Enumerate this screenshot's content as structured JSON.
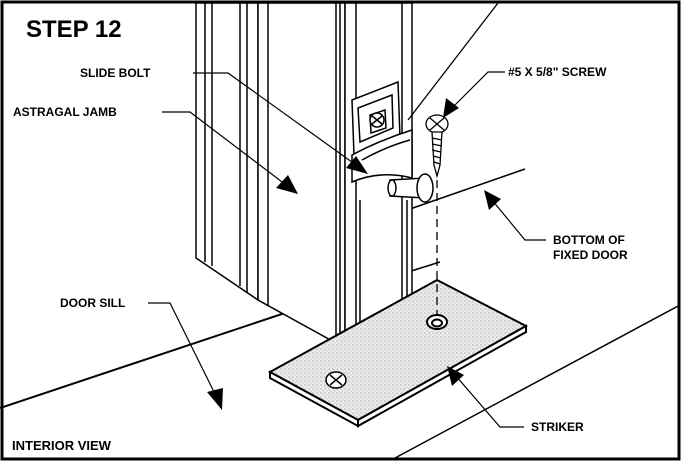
{
  "title": "STEP 12",
  "view_label": "INTERIOR VIEW",
  "callouts": {
    "slide_bolt": "SLIDE BOLT",
    "astragal_jamb": "ASTRAGAL JAMB",
    "screw": "#5 X 5/8\" SCREW",
    "bottom_line1": "BOTTOM OF",
    "bottom_line2": "FIXED DOOR",
    "door_sill": "DOOR SILL",
    "striker": "STRIKER"
  },
  "colors": {
    "ink": "#000000",
    "paper": "#ffffff",
    "striker_fill": "#e9e9e9"
  }
}
